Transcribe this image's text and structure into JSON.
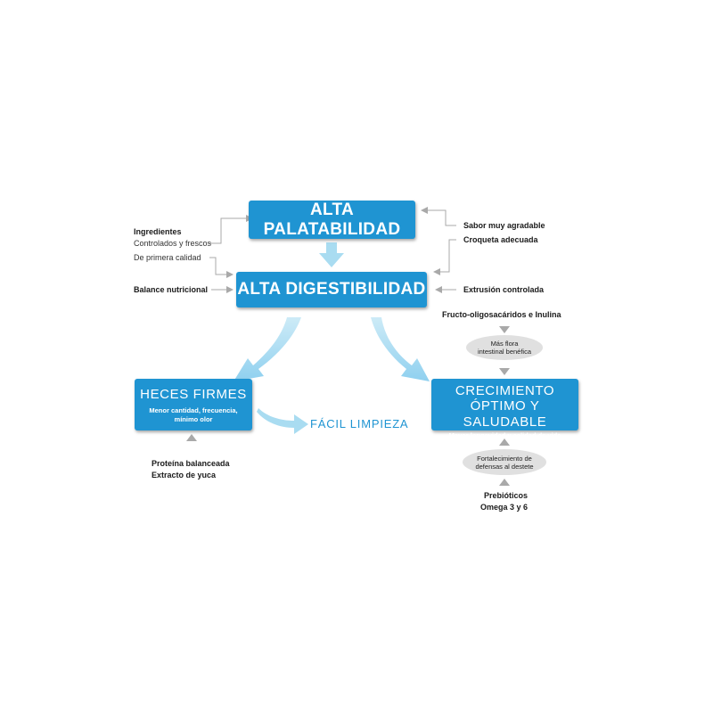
{
  "nodes": {
    "alta_palatabilidad": "ALTA PALATABILIDAD",
    "alta_digestibilidad": "ALTA DIGESTIBILIDAD",
    "heces_firmes": {
      "title": "HECES FIRMES",
      "subtitle_line1": "Menor cantidad, frecuencia,",
      "subtitle_line2": "mínimo olor"
    },
    "crecimiento": {
      "title_line1": "CRECIMIENTO",
      "title_line2": "ÓPTIMO Y SALUDABLE",
      "subtitle": "Mayor longevidad y calidad de vida"
    },
    "facil_limpieza": "FÁCIL LIMPIEZA"
  },
  "left_labels": {
    "ingredientes": "Ingredientes",
    "controlados": "Controlados y frescos",
    "primera_calidad": "De primera calidad",
    "balance": "Balance nutricional"
  },
  "right_labels": {
    "sabor": "Sabor muy agradable",
    "croqueta": "Croqueta adecuada",
    "extrusion": "Extrusión controlada",
    "fructo": "Fructo-oligosacáridos e Inulina"
  },
  "ellipses": {
    "flora_line1": "Más flora",
    "flora_line2": "intestinal benéfica",
    "defensas_line1": "Fortalecimiento de",
    "defensas_line2": "defensas al destete"
  },
  "bottom_labels": {
    "proteina": "Proteína balanceada",
    "yuca": "Extracto de yuca",
    "prebioticos": "Prebióticos",
    "omega": "Omega 3 y 6"
  },
  "colors": {
    "box_blue": "#1f94d2",
    "arrow_light_blue": "#a9dcf1",
    "text_blue": "#1f94d2",
    "gray_connector": "#a9a9a9"
  }
}
